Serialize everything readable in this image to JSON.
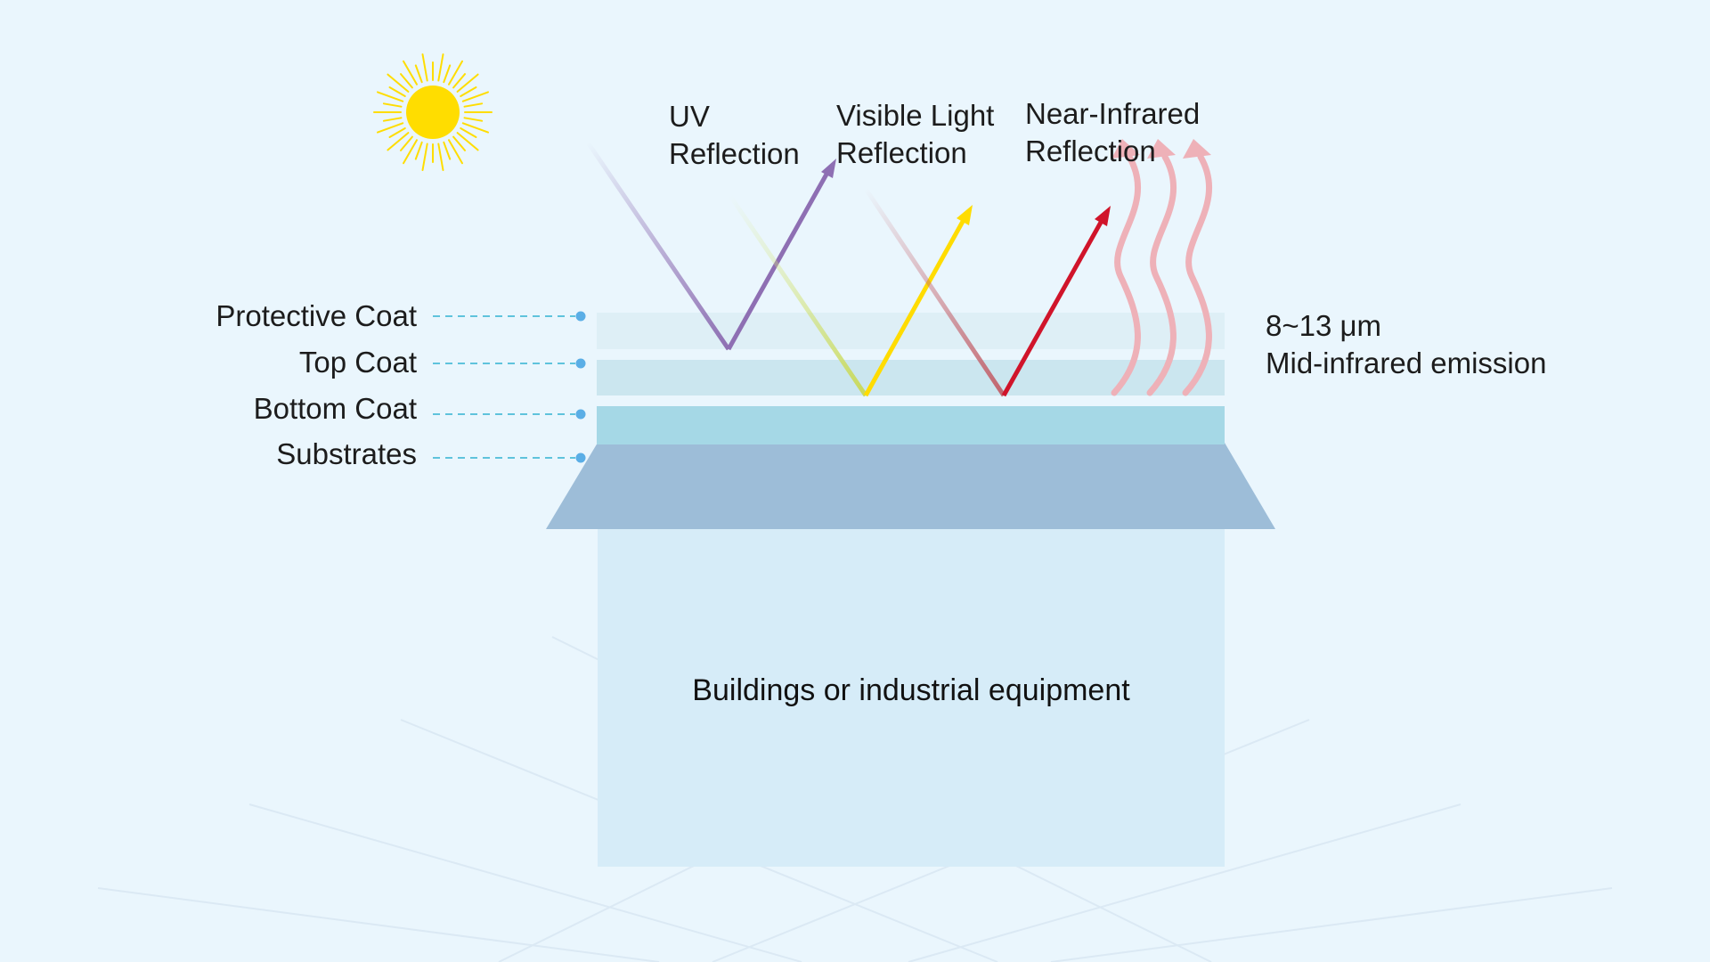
{
  "layers": [
    {
      "label": "Protective Coat",
      "color": "#deeff6"
    },
    {
      "label": "Top Coat",
      "color": "#cbe6ef"
    },
    {
      "label": "Bottom Coat",
      "color": "#a5d8e6"
    },
    {
      "label": "Substrates",
      "color": "#9dbdd8"
    }
  ],
  "reflections": {
    "uv": {
      "line1": "UV",
      "line2": "Reflection",
      "color": "#8e6fb3"
    },
    "visible": {
      "line1": "Visible Light",
      "line2": "Reflection",
      "color": "#ffdc00"
    },
    "near_infrared": {
      "line1": "Near-Infrared",
      "line2": "Reflection",
      "color": "#d0142a"
    }
  },
  "emission": {
    "line1": "8~13 μm",
    "line2": "Mid-infrared emission",
    "color": "#eeb1b8"
  },
  "building": {
    "label": "Buildings or industrial equipment",
    "color": "#d6ecf8"
  },
  "colors": {
    "background": "#eaf6fd",
    "sun": "#ffdd00",
    "leader_line": "#5fc3dc",
    "leader_dot": "#5aaee6"
  }
}
